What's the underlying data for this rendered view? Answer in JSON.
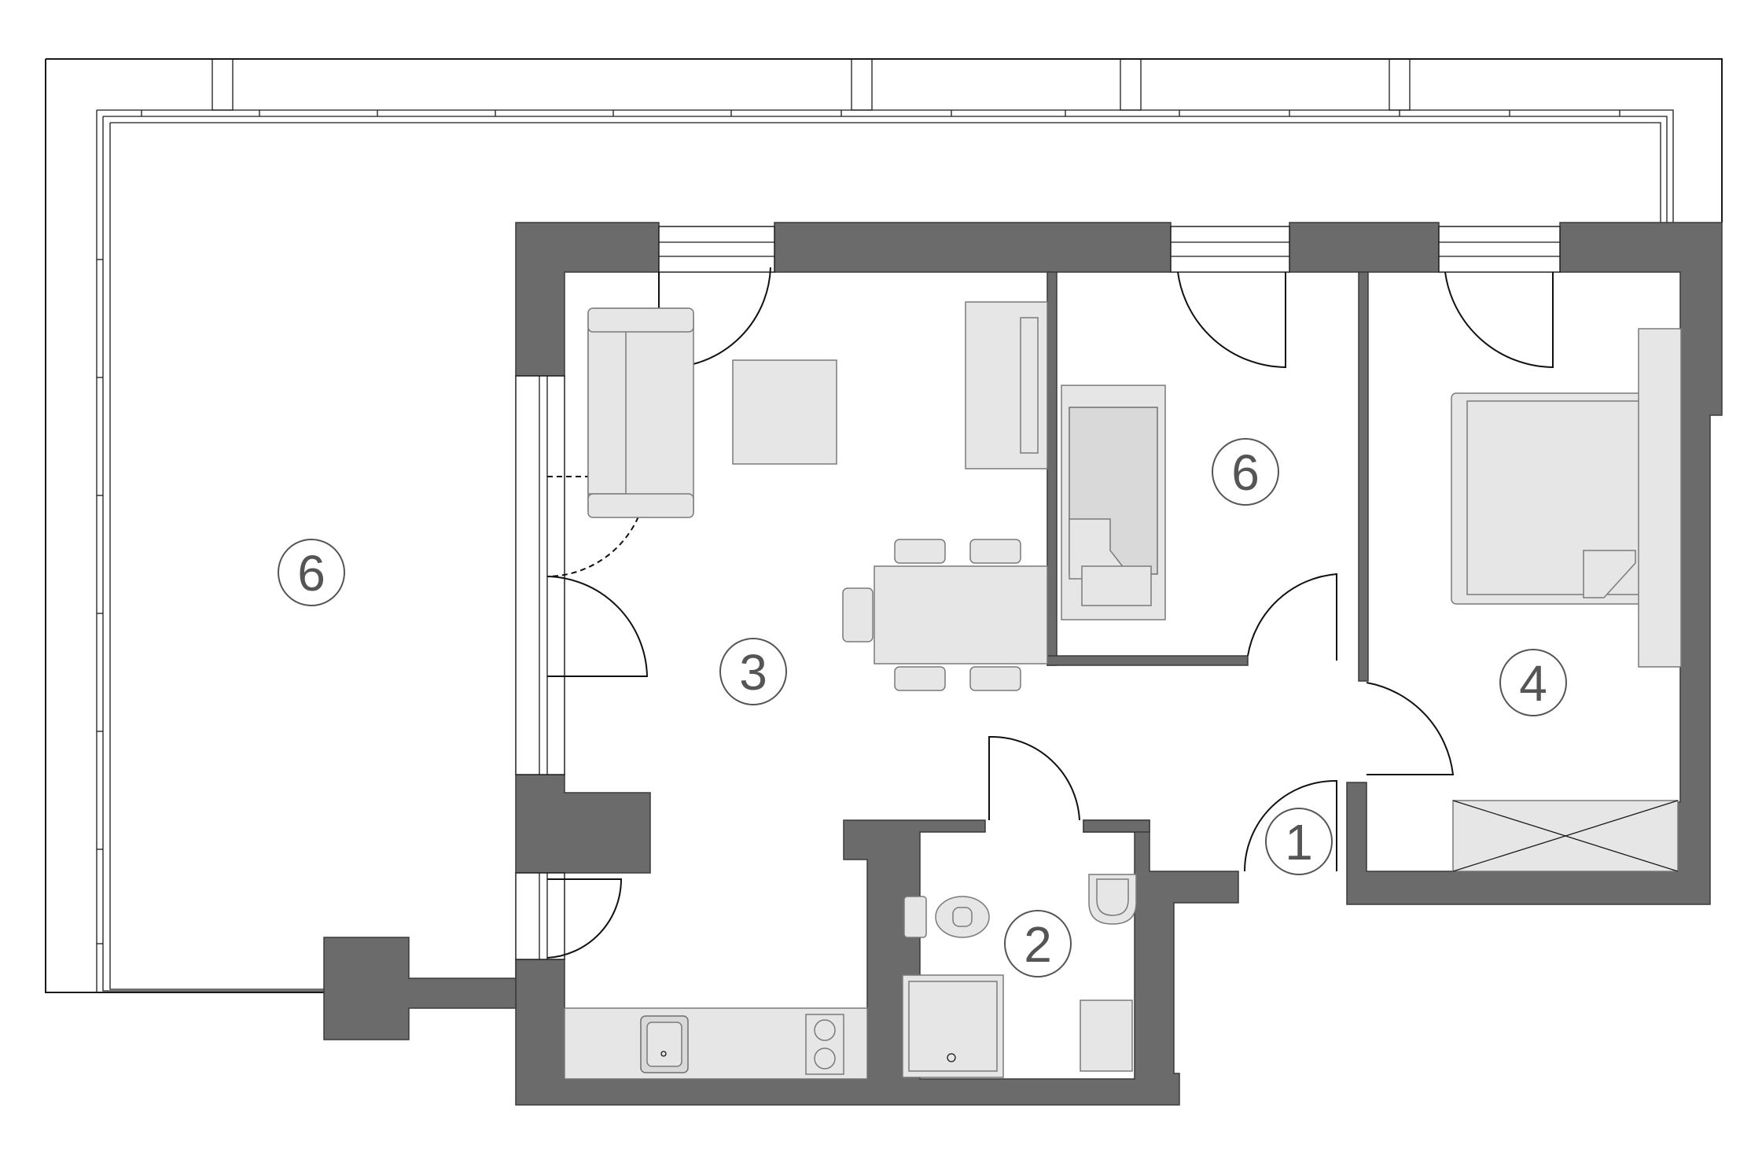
{
  "room_labels": {
    "terrace": "6",
    "living_kitchen": "3",
    "bedroom_small": "6",
    "bedroom_master": "4",
    "bathroom": "2",
    "hall": "1"
  },
  "colors": {
    "wall_fill": "#6b6b6b",
    "furniture_fill": "#e6e6e6",
    "label_text": "#555555",
    "background": "#ffffff"
  }
}
